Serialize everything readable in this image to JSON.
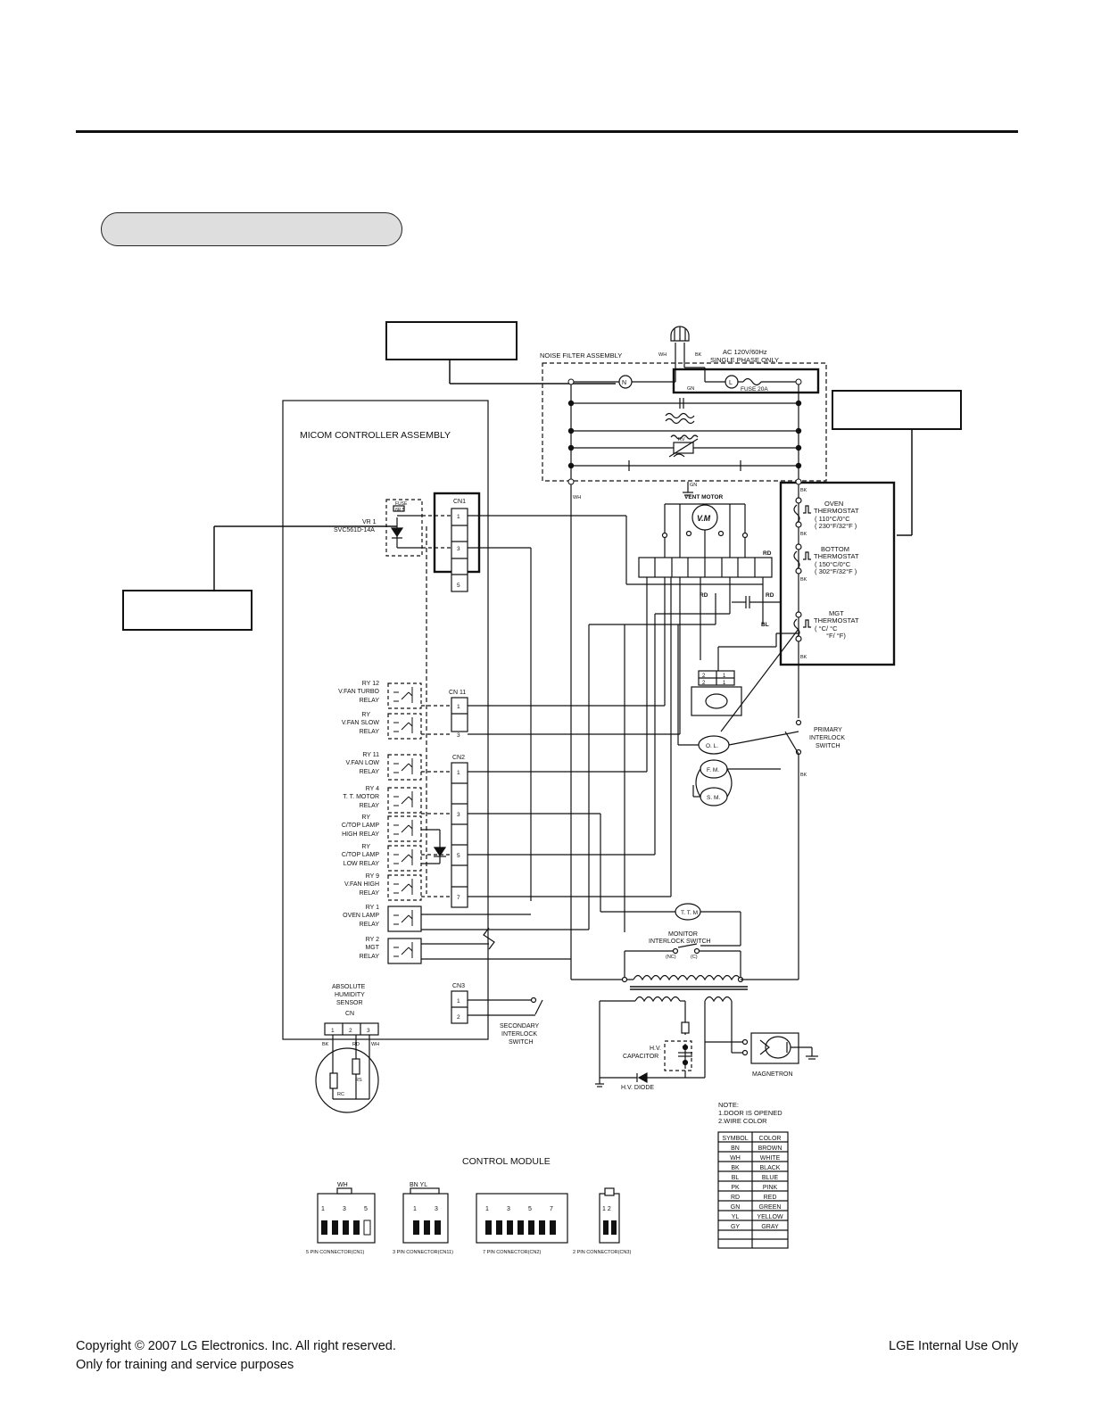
{
  "diagram": {
    "noise_filter_label": "NOISE FILTER ASSEMBLY",
    "supply_line1": "AC 120V/60Hz",
    "supply_line2": "SINGLE PHASE ONLY",
    "plug_wh": "WH",
    "plug_bk": "BK",
    "neutral_symbol": "N",
    "line_symbol": "L",
    "gn": "GN",
    "fuse_label": "FUSE 20A",
    "rv_label": "RV",
    "wh": "WH",
    "bk": "BK",
    "rd": "RD",
    "bl": "BL",
    "micom_title": "MICOM CONTROLLER ASSEMBLY",
    "fuse_small_l1": "FUSE",
    "fuse_small_l2": "8R 5",
    "vr_label": "VR 1",
    "vr_part": "SVC561D-14A",
    "cn1": "CN1",
    "cn11": "CN 11",
    "cn2": "CN2",
    "cn3": "CN3",
    "pin1": "1",
    "pin2": "2",
    "pin3": "3",
    "pin5": "5",
    "pin7": "7",
    "vent_motor": "VENT MOTOR",
    "vm_symbol": "V.M",
    "thermostats": [
      {
        "l1": "OVEN",
        "l2": "THERMOSTAT",
        "l3": "( 110°C/0°C",
        "l4": "( 230°F/32°F )"
      },
      {
        "l1": "BOTTOM",
        "l2": "THERMOSTAT",
        "l3": "( 150°C/0°C",
        "l4": "( 302°F/32°F )"
      },
      {
        "l1": "MGT",
        "l2": "THERMOSTAT",
        "l3": "( °C/ °C",
        "l4": "°F/ °F)"
      }
    ],
    "relays": [
      {
        "l1": "RY 12",
        "l2": "V.FAN TURBO",
        "l3": "RELAY"
      },
      {
        "l1": "RY",
        "l2": "V.FAN SLOW",
        "l3": "RELAY"
      },
      {
        "l1": "RY 11",
        "l2": "V.FAN LOW",
        "l3": "RELAY"
      },
      {
        "l1": "RY 4",
        "l2": "T. T. MOTOR",
        "l3": "RELAY"
      },
      {
        "l1": "RY",
        "l2": "C/TOP LAMP",
        "l3": "HIGH RELAY"
      },
      {
        "l1": "RY",
        "l2": "C/TOP LAMP",
        "l3": "LOW RELAY"
      },
      {
        "l1": "RY 9",
        "l2": "V.FAN HIGH",
        "l3": "RELAY"
      },
      {
        "l1": "RY 1",
        "l2": "OVEN LAMP",
        "l3": "RELAY"
      },
      {
        "l1": "RY 2",
        "l2": "MGT",
        "l3": "RELAY"
      }
    ],
    "ol": "O. L.",
    "fm": "F. M.",
    "sm": "S. M.",
    "ttm": "T. T. M",
    "primary_l1": "PRIMARY",
    "primary_l2": "INTERLOCK",
    "primary_l3": "SWITCH",
    "monitor_l1": "MONITOR",
    "monitor_l2": "INTERLOCK SWITCH",
    "nc": "(NC)",
    "c": "(C)",
    "ahs_l1": "ABSOLUTE",
    "ahs_l2": "HUMIDITY",
    "ahs_l3": "SENSOR",
    "ahs_l4": "CN",
    "rc": "RC",
    "rs": "RS",
    "secondary_l1": "SECONDARY",
    "secondary_l2": "INTERLOCK",
    "secondary_l3": "SWITCH",
    "hv_cap_l1": "H.V.",
    "hv_cap_l2": "CAPACITOR",
    "hv_diode": "H.V. DIODE",
    "magnetron": "MAGNETRON",
    "note_l1": "NOTE:",
    "note_l2": "1.DOOR IS OPENED",
    "note_l3": "2.WIRE COLOR",
    "color_table": {
      "headers": [
        "SYMBOL",
        "COLOR"
      ],
      "rows": [
        [
          "BN",
          "BROWN"
        ],
        [
          "WH",
          "WHITE"
        ],
        [
          "BK",
          "BLACK"
        ],
        [
          "BL",
          "BLUE"
        ],
        [
          "PK",
          "PINK"
        ],
        [
          "RD",
          "RED"
        ],
        [
          "GN",
          "GREEN"
        ],
        [
          "YL",
          "YELLOW"
        ],
        [
          "GY",
          "GRAY"
        ],
        [
          "",
          ""
        ],
        [
          "",
          ""
        ]
      ]
    },
    "control_module": "CONTROL MODULE",
    "connectors": [
      {
        "top": "WH",
        "pins": [
          "1",
          "3",
          "5"
        ],
        "caption": "5 PIN CONNECTOR(CN1)"
      },
      {
        "top": "BN   YL",
        "pins": [
          "1",
          "3"
        ],
        "caption": "3 PIN CONNECTOR(CN11)"
      },
      {
        "top": "",
        "pins": [
          "1",
          "3",
          "5",
          "7"
        ],
        "caption": "7 PIN CONNECTOR(CN2)"
      },
      {
        "top": "",
        "pins": [
          "1 2"
        ],
        "caption": "2 PIN CONNECTOR(CN3)"
      }
    ]
  },
  "footer": {
    "copyright": "Copyright © 2007 LG Electronics. Inc. All right reserved.",
    "purpose": "Only for training and service purposes",
    "internal": "LGE Internal Use Only"
  }
}
